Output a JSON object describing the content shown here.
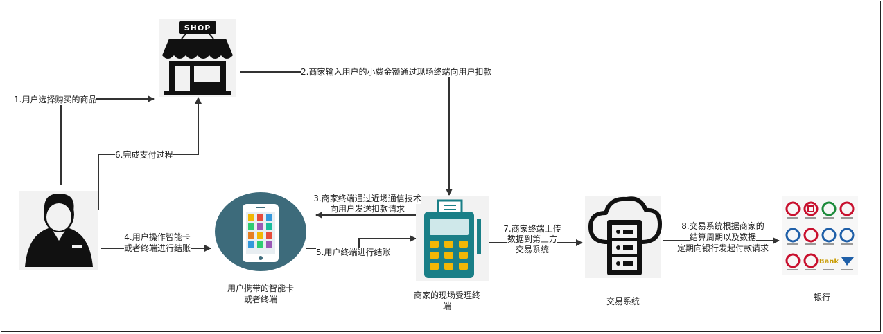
{
  "steps": {
    "s1": "1.用户选择购买的商品",
    "s2": "2.商家输入用户的小费金额通过现场终端向用户扣款",
    "s3_line1": "3.商家终端通过近场通信技术",
    "s3_line2": "向用户发送扣款请求",
    "s4_line1": "4.用户操作智能卡",
    "s4_line2": "或者终端进行结账",
    "s5": "5.用户终端进行结账",
    "s6": "6.完成支付过程",
    "s7_line1": "7.商家终端上传",
    "s7_line2": "数据到第三方",
    "s7_line3": "交易系统",
    "s8_line1": "8.交易系统根据商家的",
    "s8_line2": "结算周期以及数据",
    "s8_line3": "定期向银行发起付款请求"
  },
  "nodes": {
    "shop_sign": "SHOP",
    "phone_label_line1": "用户携带的智能卡",
    "phone_label_line2": "或者终端",
    "pos_label_line1": "商家的现场受理终",
    "pos_label_line2": "端",
    "trade_label": "交易系统",
    "bank_label": "银行",
    "bank_logo_text": "Bank"
  },
  "colors": {
    "arrow": "#333333",
    "icon_dark": "#111111",
    "phone_circle": "#3d6b7b",
    "pos_body": "#1a7f87",
    "pos_keys": "#f2b705",
    "bank_red": "#c8102e",
    "bank_green": "#1b8a3a",
    "bank_blue": "#1f5fa8"
  }
}
